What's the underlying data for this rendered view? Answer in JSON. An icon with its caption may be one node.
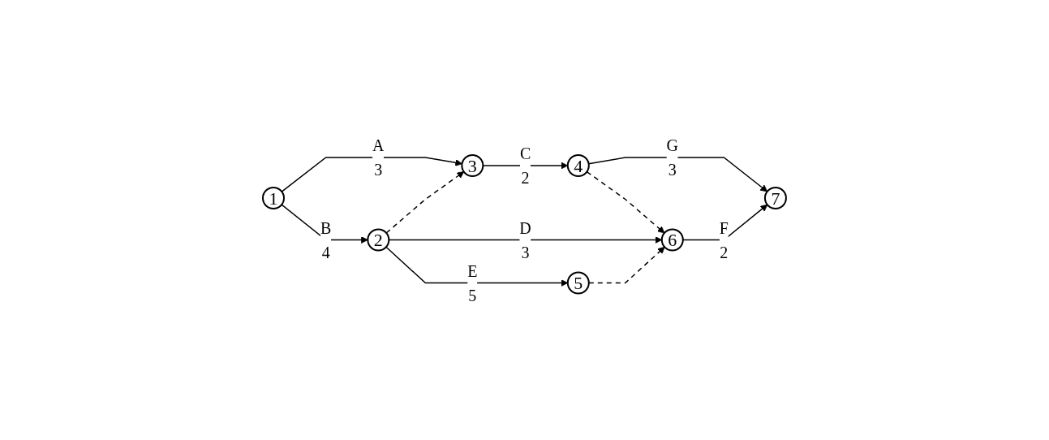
{
  "diagram": {
    "nodes": [
      {
        "text": [
          "1"
        ]
      },
      {
        "text": [
          "2"
        ]
      },
      {
        "text": [
          "3"
        ]
      },
      {
        "text": [
          "4"
        ]
      },
      {
        "text": [
          "5"
        ]
      },
      {
        "text": [
          "6"
        ]
      },
      {
        "text": [
          "7"
        ]
      }
    ],
    "edges": [
      {
        "from": 0,
        "to": 2,
        "arrow": "to",
        "label": "A 3"
      },
      {
        "from": 0,
        "to": 1,
        "arrow": "to",
        "label": "B 4"
      },
      {
        "from": 2,
        "to": 3,
        "arrow": "to",
        "label": "C 2"
      },
      {
        "from": 3,
        "to": 6,
        "arrow": "to",
        "label": "G 3"
      },
      {
        "from": 1,
        "to": 2,
        "arrow": "to",
        "style": "dashed"
      },
      {
        "from": 3,
        "to": 5,
        "arrow": "to",
        "style": "dashed"
      },
      {
        "from": 1,
        "to": 5,
        "arrow": "to",
        "label": "D 3"
      },
      {
        "from": 5,
        "to": 6,
        "arrow": "to",
        "label": "F 2"
      },
      {
        "from": 1,
        "to": 4,
        "arrow": "to",
        "label": "E 5"
      },
      {
        "from": 4,
        "to": 5,
        "arrow": "to",
        "style": "dashed"
      }
    ]
  }
}
